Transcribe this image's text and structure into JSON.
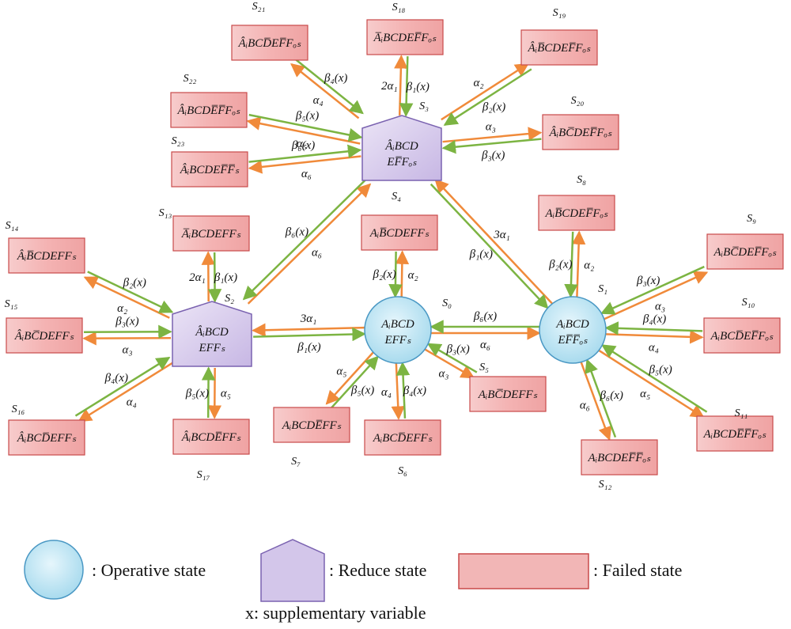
{
  "colors": {
    "alpha_arrow": "#f08a3a",
    "beta_arrow": "#7cb442",
    "failed_fill": "#f2b6b6",
    "failed_stroke": "#c94a4a",
    "operative_fill": "#bde4f2",
    "operative_stroke": "#4a98c4",
    "reduce_fill": "#d3c6ea",
    "reduce_stroke": "#7a62b0"
  },
  "states": [
    {
      "id": "S0",
      "label": "S₀",
      "kind": "operative",
      "line1": "AᵢBCD",
      "line2": "EFFₛ"
    },
    {
      "id": "S1",
      "label": "S₁",
      "kind": "operative",
      "line1": "AᵢBCD",
      "line2": "EF̅F̅ₒₛ"
    },
    {
      "id": "S2",
      "label": "S₂",
      "kind": "reduce",
      "line1": "ÂᵢBCD",
      "line2": "EFFₛ"
    },
    {
      "id": "S3",
      "label": "S₃",
      "kind": "reduce",
      "line1": "ÂᵢBCD",
      "line2": "EF̅Fₒₛ"
    },
    {
      "id": "S4",
      "label": "S₄",
      "kind": "failed",
      "line1": "AᵢB̅CDEFFₛ"
    },
    {
      "id": "S5",
      "label": "S₅",
      "kind": "failed",
      "line1": "AᵢBC̅DEFFₛ"
    },
    {
      "id": "S6",
      "label": "S₆",
      "kind": "failed",
      "line1": "AᵢBCD̅EFFₛ"
    },
    {
      "id": "S7",
      "label": "S₇",
      "kind": "failed",
      "line1": "AᵢBCDE̅FFₛ"
    },
    {
      "id": "S8",
      "label": "S₈",
      "kind": "failed",
      "line1": "AᵢB̅CDEF̅Fₒₛ"
    },
    {
      "id": "S9",
      "label": "S₉",
      "kind": "failed",
      "line1": "AᵢBC̅DEF̅Fₒₛ"
    },
    {
      "id": "S10",
      "label": "S₁₀",
      "kind": "failed",
      "line1": "AᵢBCD̅EF̅Fₒₛ"
    },
    {
      "id": "S11",
      "label": "S₁₁",
      "kind": "failed",
      "line1": "AᵢBCDE̅F̅Fₒₛ"
    },
    {
      "id": "S12",
      "label": "S₁₂",
      "kind": "failed",
      "line1": "AᵢBCDEF̅F̅ₒₛ"
    },
    {
      "id": "S13",
      "label": "S₁₃",
      "kind": "failed",
      "line1": "A̅ᵢBCDEFFₛ"
    },
    {
      "id": "S14",
      "label": "S₁₄",
      "kind": "failed",
      "line1": "ÂᵢB̅CDEFFₛ"
    },
    {
      "id": "S15",
      "label": "S₁₅",
      "kind": "failed",
      "line1": "ÂᵢBC̅DEFFₛ"
    },
    {
      "id": "S16",
      "label": "S₁₆",
      "kind": "failed",
      "line1": "ÂᵢBCD̅EFFₛ"
    },
    {
      "id": "S17",
      "label": "S₁₇",
      "kind": "failed",
      "line1": "ÂᵢBCDE̅FFₛ"
    },
    {
      "id": "S18",
      "label": "S₁₈",
      "kind": "failed",
      "line1": "A̅ᵢBCDEF̅Fₒₛ"
    },
    {
      "id": "S19",
      "label": "S₁₉",
      "kind": "failed",
      "line1": "ÂᵢB̅CDEF̅Fₒₛ"
    },
    {
      "id": "S20",
      "label": "S₂₀",
      "kind": "failed",
      "line1": "ÂᵢBC̅DEF̅Fₒₛ"
    },
    {
      "id": "S21",
      "label": "S₂₁",
      "kind": "failed",
      "line1": "ÂᵢBCD̅EF̅Fₒₛ"
    },
    {
      "id": "S22",
      "label": "S₂₂",
      "kind": "failed",
      "line1": "ÂᵢBCDE̅F̅Fₒₛ"
    },
    {
      "id": "S23",
      "label": "S₂₃",
      "kind": "failed",
      "line1": "ÂᵢBCDEF̅F̅ₛ"
    }
  ],
  "transitions": [
    {
      "from": "S0",
      "to": "S1",
      "label": "α₆",
      "type": "alpha"
    },
    {
      "from": "S1",
      "to": "S0",
      "label": "β₆(x)",
      "type": "beta"
    },
    {
      "from": "S0",
      "to": "S2",
      "label": "3α₁",
      "type": "alpha"
    },
    {
      "from": "S2",
      "to": "S0",
      "label": "β₁(x)",
      "type": "beta"
    },
    {
      "from": "S1",
      "to": "S3",
      "label": "3α₁",
      "type": "alpha"
    },
    {
      "from": "S3",
      "to": "S1",
      "label": "β₁(x)",
      "type": "beta"
    },
    {
      "from": "S2",
      "to": "S3",
      "label": "α₆",
      "type": "alpha"
    },
    {
      "from": "S3",
      "to": "S2",
      "label": "β₆(x)",
      "type": "beta"
    },
    {
      "from": "S0",
      "to": "S4",
      "label": "α₂",
      "type": "alpha"
    },
    {
      "from": "S4",
      "to": "S0",
      "label": "β₂(x)",
      "type": "beta"
    },
    {
      "from": "S0",
      "to": "S5",
      "label": "α₃",
      "type": "alpha"
    },
    {
      "from": "S5",
      "to": "S0",
      "label": "β₃(x)",
      "type": "beta"
    },
    {
      "from": "S0",
      "to": "S6",
      "label": "α₄",
      "type": "alpha"
    },
    {
      "from": "S6",
      "to": "S0",
      "label": "β₄(x)",
      "type": "beta"
    },
    {
      "from": "S0",
      "to": "S7",
      "label": "α₅",
      "type": "alpha"
    },
    {
      "from": "S7",
      "to": "S0",
      "label": "β₅(x)",
      "type": "beta"
    },
    {
      "from": "S1",
      "to": "S8",
      "label": "α₂",
      "type": "alpha"
    },
    {
      "from": "S8",
      "to": "S1",
      "label": "β₂(x)",
      "type": "beta"
    },
    {
      "from": "S1",
      "to": "S9",
      "label": "α₃",
      "type": "alpha"
    },
    {
      "from": "S9",
      "to": "S1",
      "label": "β₃(x)",
      "type": "beta"
    },
    {
      "from": "S1",
      "to": "S10",
      "label": "α₄",
      "type": "alpha"
    },
    {
      "from": "S10",
      "to": "S1",
      "label": "β₄(x)",
      "type": "beta"
    },
    {
      "from": "S1",
      "to": "S11",
      "label": "α₅",
      "type": "alpha"
    },
    {
      "from": "S11",
      "to": "S1",
      "label": "β₅(x)",
      "type": "beta"
    },
    {
      "from": "S1",
      "to": "S12",
      "label": "α₆",
      "type": "alpha"
    },
    {
      "from": "S12",
      "to": "S1",
      "label": "β₆(x)",
      "type": "beta"
    },
    {
      "from": "S2",
      "to": "S13",
      "label": "2α₁",
      "type": "alpha"
    },
    {
      "from": "S13",
      "to": "S2",
      "label": "β₁(x)",
      "type": "beta"
    },
    {
      "from": "S2",
      "to": "S14",
      "label": "α₂",
      "type": "alpha"
    },
    {
      "from": "S14",
      "to": "S2",
      "label": "β₂(x)",
      "type": "beta"
    },
    {
      "from": "S2",
      "to": "S15",
      "label": "α₃",
      "type": "alpha"
    },
    {
      "from": "S15",
      "to": "S2",
      "label": "β₃(x)",
      "type": "beta"
    },
    {
      "from": "S2",
      "to": "S16",
      "label": "α₄",
      "type": "alpha"
    },
    {
      "from": "S16",
      "to": "S2",
      "label": "β₄(x)",
      "type": "beta"
    },
    {
      "from": "S2",
      "to": "S17",
      "label": "α₅",
      "type": "alpha"
    },
    {
      "from": "S17",
      "to": "S2",
      "label": "β₅(x)",
      "type": "beta"
    },
    {
      "from": "S3",
      "to": "S18",
      "label": "2α₁",
      "type": "alpha"
    },
    {
      "from": "S18",
      "to": "S3",
      "label": "β₁(x)",
      "type": "beta"
    },
    {
      "from": "S3",
      "to": "S19",
      "label": "α₂",
      "type": "alpha"
    },
    {
      "from": "S19",
      "to": "S3",
      "label": "β₂(x)",
      "type": "beta"
    },
    {
      "from": "S3",
      "to": "S20",
      "label": "α₃",
      "type": "alpha"
    },
    {
      "from": "S20",
      "to": "S3",
      "label": "β₃(x)",
      "type": "beta"
    },
    {
      "from": "S3",
      "to": "S21",
      "label": "α₄",
      "type": "alpha"
    },
    {
      "from": "S21",
      "to": "S3",
      "label": "β₄(x)",
      "type": "beta"
    },
    {
      "from": "S3",
      "to": "S22",
      "label": "α₅",
      "type": "alpha"
    },
    {
      "from": "S22",
      "to": "S3",
      "label": "β₅(x)",
      "type": "beta"
    },
    {
      "from": "S3",
      "to": "S23",
      "label": "α₆",
      "type": "alpha"
    },
    {
      "from": "S23",
      "to": "S3",
      "label": "β₆(x)",
      "type": "beta"
    }
  ],
  "legend": {
    "operative": ": Operative state",
    "reduce": ": Reduce state",
    "failed": ": Failed state",
    "note": "x: supplementary variable"
  }
}
